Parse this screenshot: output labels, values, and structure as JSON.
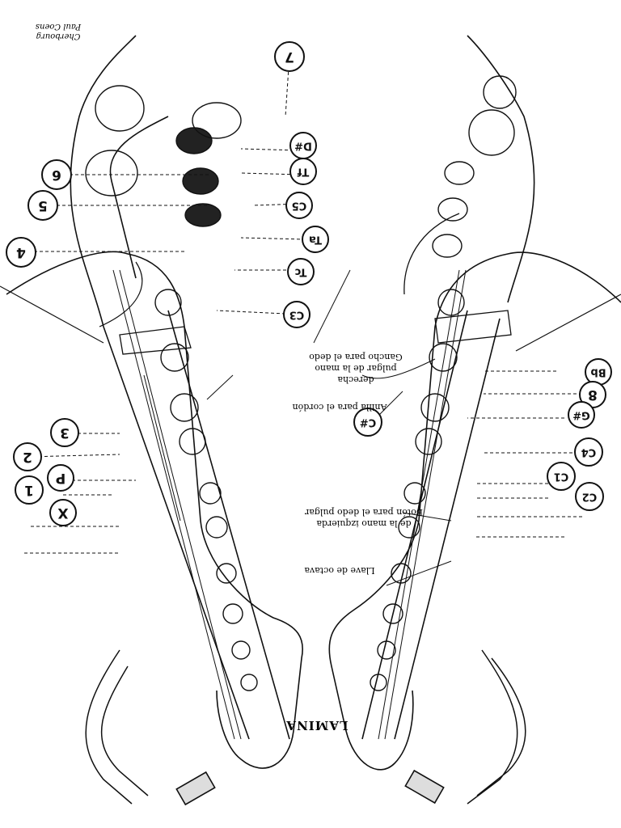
{
  "plate": {
    "title": "LAMINA",
    "signature_line1": "Paul Coens",
    "signature_line2": "Cherbourg"
  },
  "left_callouts": [
    {
      "id": "7",
      "label": "7"
    },
    {
      "id": "D#",
      "label": "D#"
    },
    {
      "id": "Tf",
      "label": "Tf"
    },
    {
      "id": "6",
      "label": "6"
    },
    {
      "id": "5",
      "label": "5"
    },
    {
      "id": "C5",
      "label": "C5"
    },
    {
      "id": "Ta",
      "label": "Ta"
    },
    {
      "id": "4",
      "label": "4"
    },
    {
      "id": "Tc",
      "label": "Tc"
    },
    {
      "id": "C3",
      "label": "C3"
    },
    {
      "id": "3",
      "label": "3"
    },
    {
      "id": "2",
      "label": "2"
    },
    {
      "id": "P",
      "label": "P"
    },
    {
      "id": "1",
      "label": "1"
    },
    {
      "id": "X",
      "label": "X"
    }
  ],
  "right_callouts": [
    {
      "id": "Bb",
      "label": "Bb"
    },
    {
      "id": "8",
      "label": "8"
    },
    {
      "id": "G#",
      "label": "G#"
    },
    {
      "id": "C#",
      "label": "C#"
    },
    {
      "id": "C4",
      "label": "C4"
    },
    {
      "id": "C1",
      "label": "C1"
    },
    {
      "id": "C2",
      "label": "C2"
    }
  ],
  "notes": {
    "thumb_hook_line1": "Gancho para el dedo",
    "thumb_hook_line2": "pulgar de la mano",
    "thumb_hook_line3": "derecha",
    "strap_ring": "Anilla para el cordón",
    "thumb_button_line1": "Botón para el dedo pulgar",
    "thumb_button_line2": "de la mano izquierda",
    "octave_key": "Llave de octava"
  }
}
